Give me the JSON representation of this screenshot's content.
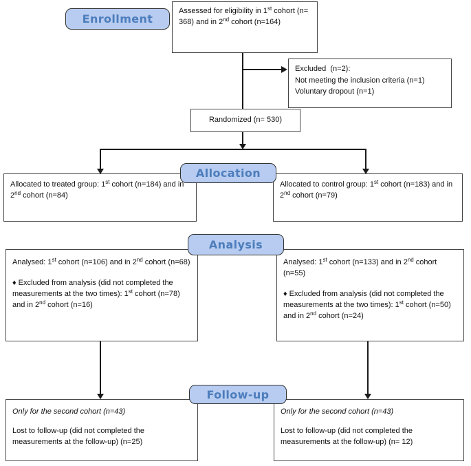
{
  "section_labels": {
    "enrollment": "Enrollment",
    "allocation": "Allocation",
    "analysis": "Analysis",
    "followup": "Follow-up"
  },
  "boxes": {
    "assessed": {
      "text": [
        {
          "t": "Assessed for eligibility in 1"
        },
        {
          "t": "st",
          "sup": true
        },
        {
          "t": " cohort (n= 368) and in 2"
        },
        {
          "t": "nd",
          "sup": true
        },
        {
          "t": " cohort (n=164)"
        }
      ]
    },
    "excluded": {
      "lines": [
        [
          {
            "t": "Excluded  (n=2):"
          }
        ],
        [
          {
            "t": "Not meeting the inclusion criteria (n=1)"
          }
        ],
        [
          {
            "t": "Voluntary dropout (n=1)"
          }
        ]
      ]
    },
    "randomized": {
      "text": [
        {
          "t": "Randomized (n= 530)"
        }
      ]
    },
    "allocated_treated": {
      "text": [
        {
          "t": "Allocated to treated group: 1"
        },
        {
          "t": "st",
          "sup": true
        },
        {
          "t": " cohort (n=184) and in 2"
        },
        {
          "t": "nd",
          "sup": true
        },
        {
          "t": " cohort (n=84)"
        }
      ]
    },
    "allocated_control": {
      "text": [
        {
          "t": "Allocated to control group: 1"
        },
        {
          "t": "st",
          "sup": true
        },
        {
          "t": " cohort (n=183) and in 2"
        },
        {
          "t": "nd",
          "sup": true
        },
        {
          "t": " cohort (n=79)"
        }
      ]
    },
    "analysed_treated": {
      "p1": [
        {
          "t": "Analysed: 1"
        },
        {
          "t": "st",
          "sup": true
        },
        {
          "t": " cohort (n=106) and in 2"
        },
        {
          "t": "nd",
          "sup": true
        },
        {
          "t": " cohort (n=68)"
        }
      ],
      "p2": [
        {
          "t": "♦ Excluded from analysis (did not completed the measurements at the two times): 1"
        },
        {
          "t": "st",
          "sup": true
        },
        {
          "t": " cohort (n=78) and in 2"
        },
        {
          "t": "nd",
          "sup": true
        },
        {
          "t": " cohort (n=16)"
        }
      ]
    },
    "analysed_control": {
      "p1": [
        {
          "t": "Analysed: 1"
        },
        {
          "t": "st",
          "sup": true
        },
        {
          "t": " cohort (n=133) and in 2"
        },
        {
          "t": "nd",
          "sup": true
        },
        {
          "t": " cohort (n=55)"
        }
      ],
      "p2": [
        {
          "t": "♦ Excluded from analysis (did not completed the measurements at the two times): 1"
        },
        {
          "t": "st",
          "sup": true
        },
        {
          "t": " cohort (n=50) and in 2"
        },
        {
          "t": "nd",
          "sup": true
        },
        {
          "t": " cohort (n=24)"
        }
      ]
    },
    "followup_treated": {
      "p1": [
        {
          "t": "Only for the second cohort (n=43)"
        }
      ],
      "p2": [
        {
          "t": "Lost to follow-up (did not completed the measurements at the follow-up) (n=25)"
        }
      ]
    },
    "followup_control": {
      "p1": [
        {
          "t": "Only for the second cohort (n=43)"
        }
      ],
      "p2": [
        {
          "t": "Lost to follow-up (did not completed the measurements at the follow-up) (n= 12)"
        }
      ]
    }
  },
  "colors": {
    "label_fill": "#b7ccf0",
    "label_text": "#4d7dbc",
    "label_border": "#333333",
    "box_border": "#454545",
    "line": "#1a1a1a"
  }
}
